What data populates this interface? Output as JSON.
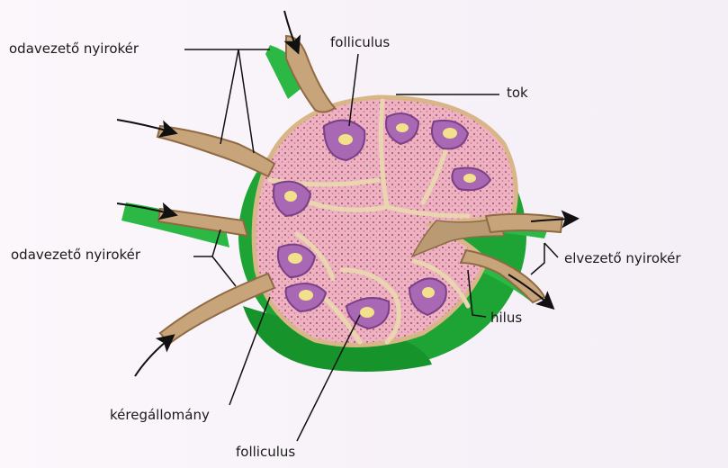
{
  "labels": {
    "afferent_top": "odavezető nyirokér",
    "afferent_left": "odavezető nyirokér",
    "follicle_top": "folliculus",
    "capsule": "tok",
    "efferent": "elvezető nyirokér",
    "hilus": "hilus",
    "cortex": "kéregállomány",
    "follicle_bottom": "folliculus"
  },
  "colors": {
    "background": "#f6f1f7",
    "capsule_green": "#22a63a",
    "node_pink": "#e9a8b8",
    "stroma_tan": "#b99a72",
    "follicle_purple": "#a868b4",
    "germinal_center": "#f3e08a",
    "arrow": "#111111"
  }
}
